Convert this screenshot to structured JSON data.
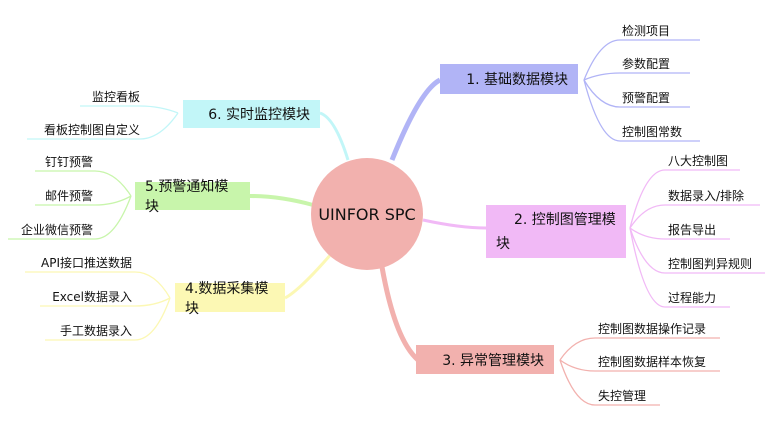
{
  "center": {
    "label": "UINFOR SPC"
  },
  "colors": {
    "m1": "#b1b4f6",
    "m2": "#f1b9f6",
    "m3": "#f2b1ae",
    "m4": "#fcf8b4",
    "m5": "#c8f5ab",
    "m6": "#c2f6f8"
  },
  "modules": [
    {
      "label": "1. 基础数据模块",
      "items": [
        "检测项目",
        "参数配置",
        "预警配置",
        "控制图常数"
      ]
    },
    {
      "label": "2. 控制图管理模块",
      "items": [
        "八大控制图",
        "数据录入/排除",
        "报告导出",
        "控制图判异规则",
        "过程能力"
      ]
    },
    {
      "label": "3. 异常管理模块",
      "items": [
        "控制图数据操作记录",
        "控制图数据样本恢复",
        "失控管理"
      ]
    },
    {
      "label": "4.数据采集模块",
      "items": [
        "API接口推送数据",
        "Excel数据录入",
        "手工数据录入"
      ]
    },
    {
      "label": "5.预警通知模块",
      "items": [
        "钉钉预警",
        "邮件预警",
        "企业微信预警"
      ]
    },
    {
      "label": "6. 实时监控模块",
      "items": [
        "监控看板",
        "看板控制图自定义"
      ]
    }
  ]
}
